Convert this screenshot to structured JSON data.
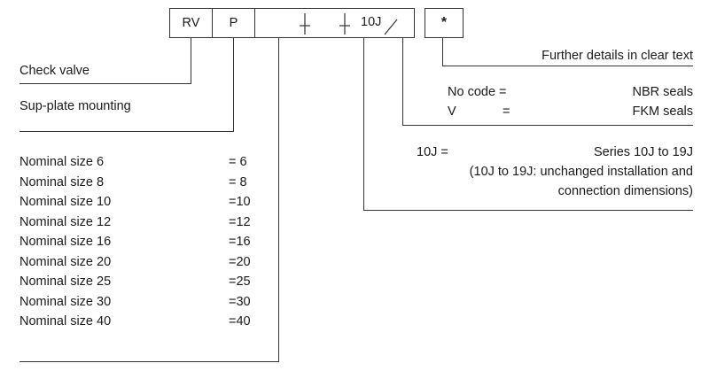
{
  "code": {
    "rv": "RV",
    "p": "P",
    "series": "10J",
    "star": "*"
  },
  "labels": {
    "check_valve": "Check valve",
    "subplate": "Sup-plate mounting",
    "further": "Further details in clear text"
  },
  "seals": [
    {
      "code": "No code =",
      "eq": "",
      "value": "NBR seals"
    },
    {
      "code": "V",
      "eq": "=",
      "value": "FKM seals"
    }
  ],
  "series": {
    "code": "10J =",
    "value": "Series 10J to 19J",
    "note1": "(10J to 19J: unchanged installation and",
    "note2": "connection dimensions)"
  },
  "sizes": [
    {
      "label": "Nominal size  6",
      "value": "=  6"
    },
    {
      "label": "Nominal size  8",
      "value": "=  8"
    },
    {
      "label": "Nominal size 10",
      "value": "=10"
    },
    {
      "label": "Nominal size 12",
      "value": "=12"
    },
    {
      "label": "Nominal size 16",
      "value": "=16"
    },
    {
      "label": "Nominal size 20",
      "value": "=20"
    },
    {
      "label": "Nominal size 25",
      "value": "=25"
    },
    {
      "label": "Nominal size 30",
      "value": "=30"
    },
    {
      "label": "Nominal size 40",
      "value": "=40"
    }
  ]
}
